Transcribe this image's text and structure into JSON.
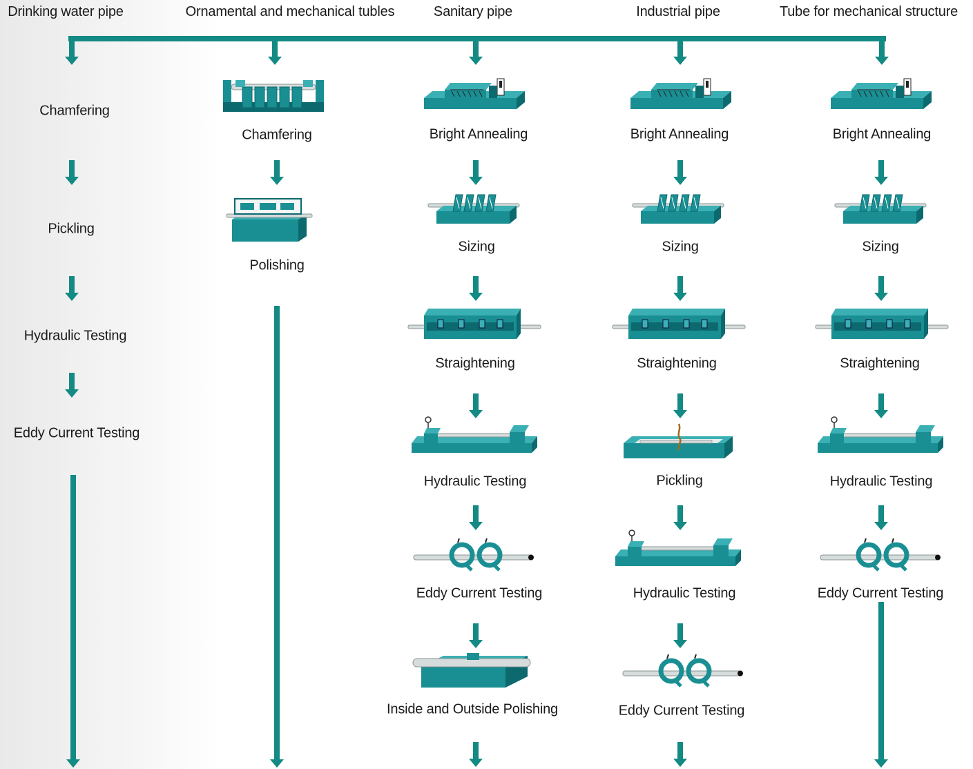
{
  "columns": [
    {
      "title": "Drinking water pipe",
      "steps": [
        {
          "label": "Chamfering",
          "icon": null
        },
        {
          "label": "Pickling",
          "icon": null
        },
        {
          "label": "Hydraulic Testing",
          "icon": null
        },
        {
          "label": "Eddy Current Testing",
          "icon": null
        }
      ]
    },
    {
      "title": "Ornamental and mechanical tubles",
      "steps": [
        {
          "label": "Chamfering",
          "icon": "chamfering-machine-icon"
        },
        {
          "label": "Polishing",
          "icon": "polishing-machine-icon"
        }
      ]
    },
    {
      "title": "Sanitary pipe",
      "steps": [
        {
          "label": "Bright Annealing",
          "icon": "annealing-furnace-icon"
        },
        {
          "label": "Sizing",
          "icon": "sizing-machine-icon"
        },
        {
          "label": "Straightening",
          "icon": "straightening-machine-icon"
        },
        {
          "label": "Hydraulic Testing",
          "icon": "hydraulic-test-bench-icon"
        },
        {
          "label": "Eddy Current Testing",
          "icon": "eddy-current-coil-icon"
        },
        {
          "label": "Inside and Outside Polishing",
          "icon": "tube-polisher-icon"
        }
      ]
    },
    {
      "title": "Industrial pipe",
      "steps": [
        {
          "label": "Bright Annealing",
          "icon": "annealing-furnace-icon"
        },
        {
          "label": "Sizing",
          "icon": "sizing-machine-icon"
        },
        {
          "label": "Straightening",
          "icon": "straightening-machine-icon"
        },
        {
          "label": "Pickling",
          "icon": "pickling-tank-icon"
        },
        {
          "label": "Hydraulic Testing",
          "icon": "hydraulic-test-bench-icon"
        },
        {
          "label": "Eddy Current Testing",
          "icon": "eddy-current-coil-icon"
        }
      ]
    },
    {
      "title": "Tube for mechanical structure",
      "steps": [
        {
          "label": "Bright Annealing",
          "icon": "annealing-furnace-icon"
        },
        {
          "label": "Sizing",
          "icon": "sizing-machine-icon"
        },
        {
          "label": "Straightening",
          "icon": "straightening-machine-icon"
        },
        {
          "label": "Hydraulic Testing",
          "icon": "hydraulic-test-bench-icon"
        },
        {
          "label": "Eddy Current Testing",
          "icon": "eddy-current-coil-icon"
        }
      ]
    }
  ],
  "colors": {
    "accent": "#138a84",
    "machine": "#1a8f93",
    "machine_dark": "#0c6a6f",
    "machine_light": "#3bb0b4",
    "text": "#1a1a1a"
  }
}
